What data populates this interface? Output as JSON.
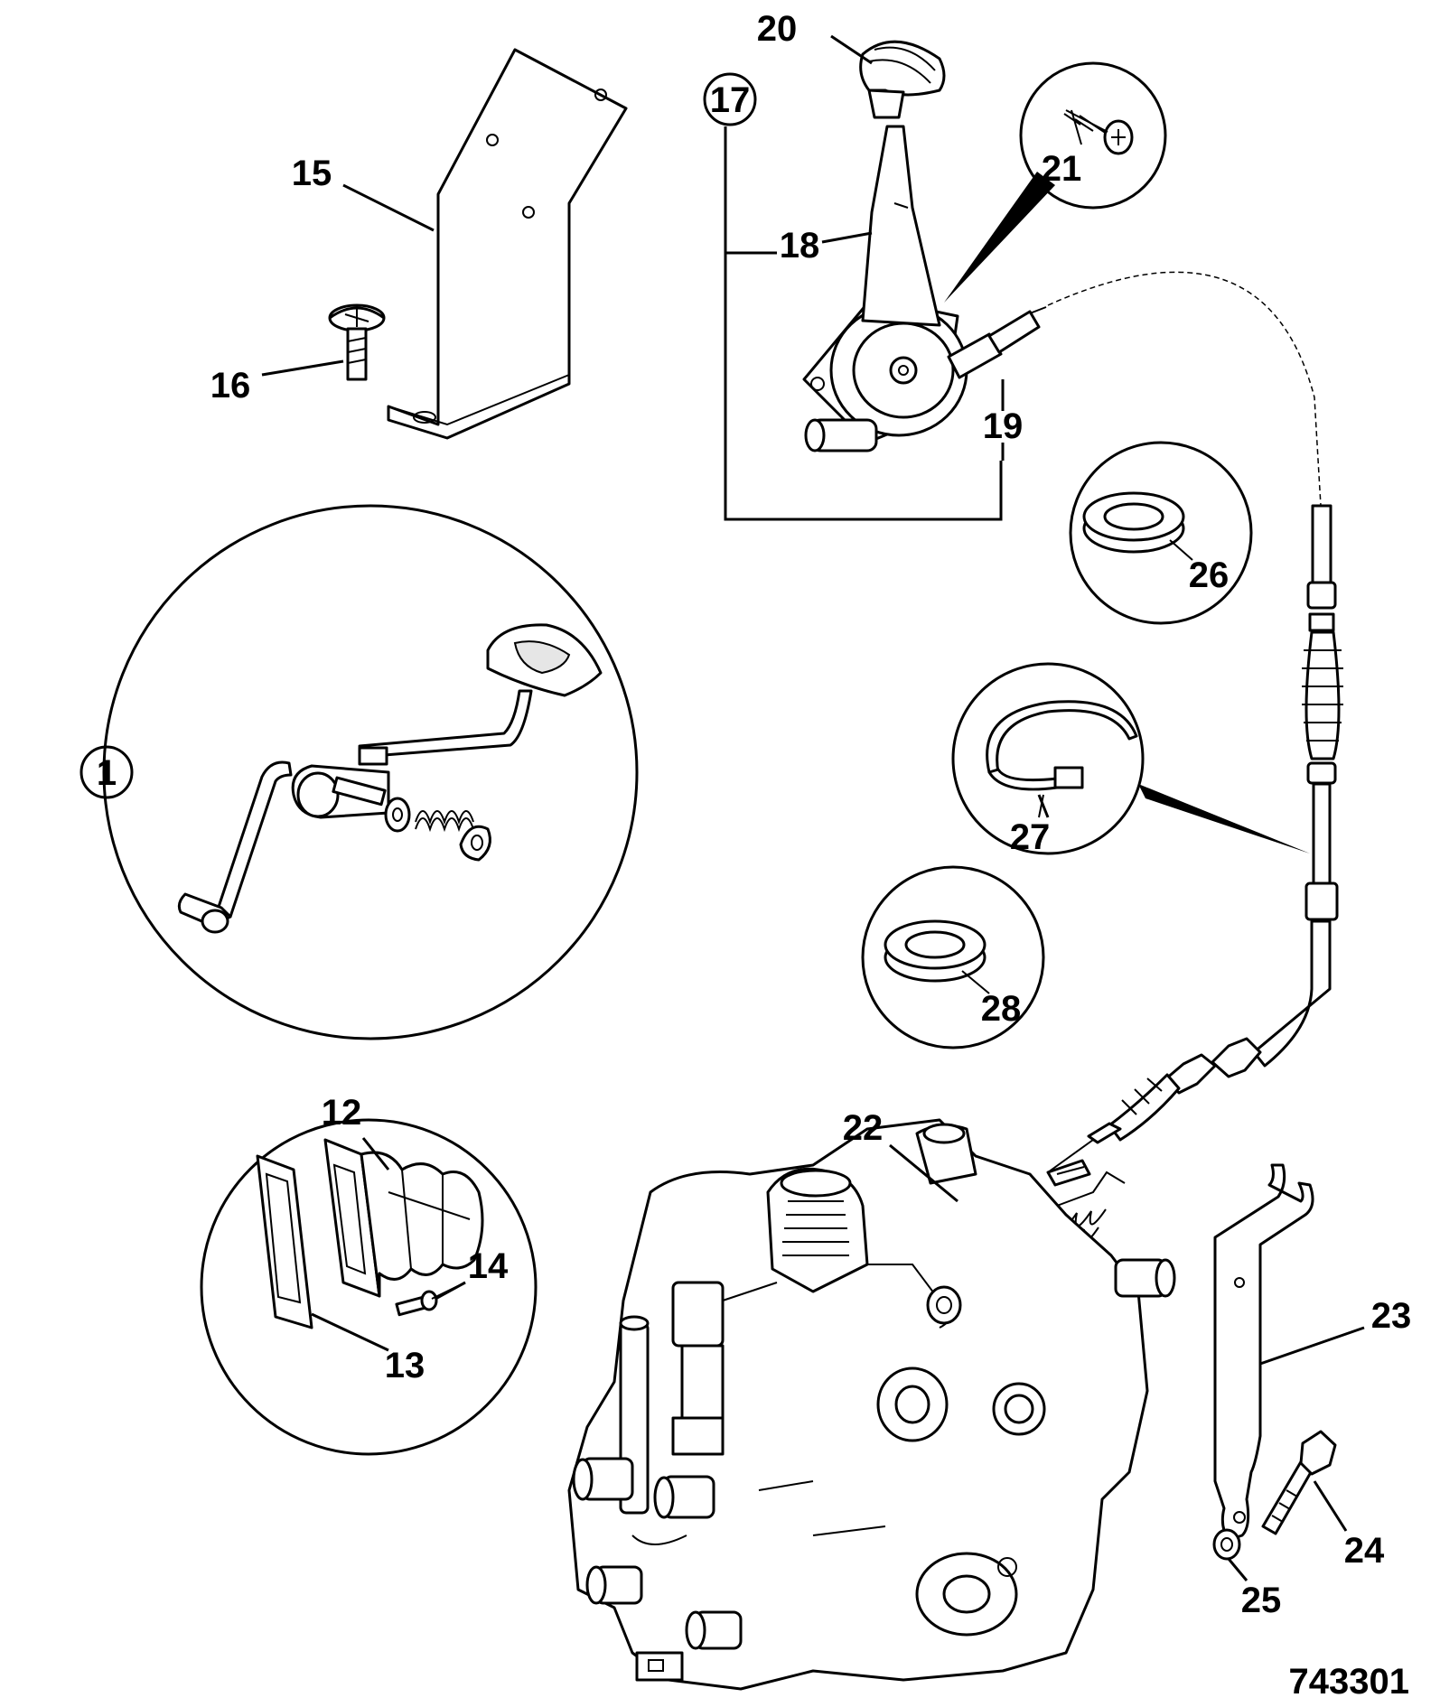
{
  "figure_number": "743301",
  "callouts": {
    "c1": "1",
    "c12": "12",
    "c13": "13",
    "c14": "14",
    "c15": "15",
    "c16": "16",
    "c17": "17",
    "c18": "18",
    "c19": "19",
    "c20": "20",
    "c21": "21",
    "c22": "22",
    "c23": "23",
    "c24": "24",
    "c25": "25",
    "c26": "26",
    "c27": "27",
    "c28": "28"
  }
}
